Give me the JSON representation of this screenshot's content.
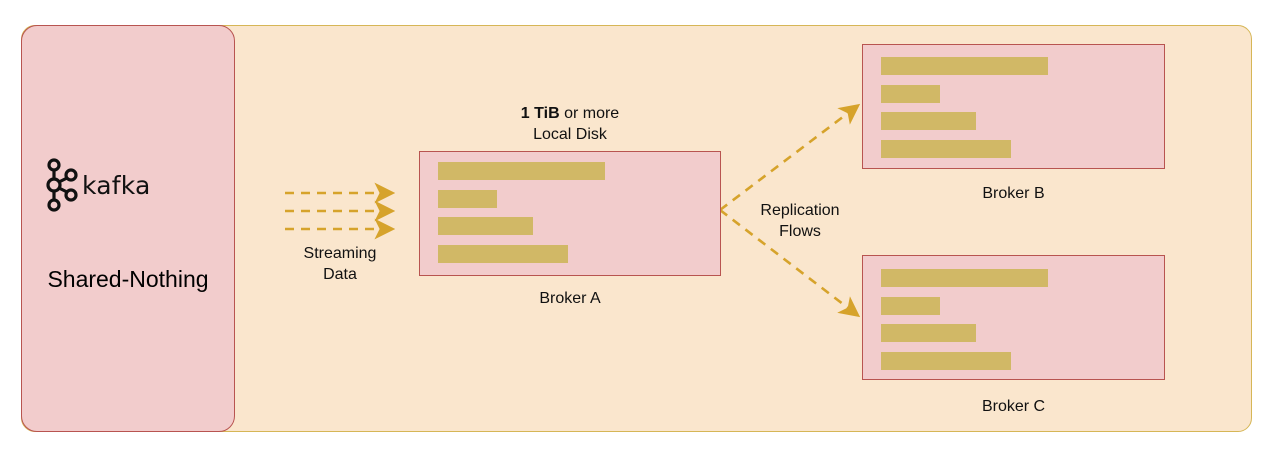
{
  "left_panel": {
    "logo_text": "kafka",
    "title": "Shared-Nothing"
  },
  "streaming": {
    "line1": "Streaming",
    "line2": "Data"
  },
  "disk_note": {
    "bold": "1 TiB",
    "rest": " or more",
    "line2": "Local Disk"
  },
  "replication": {
    "line1": "Replication",
    "line2": "Flows"
  },
  "brokers": [
    {
      "label": "Broker A"
    },
    {
      "label": "Broker B"
    },
    {
      "label": "Broker C"
    }
  ],
  "colors": {
    "background": "#fae6cd",
    "panel_fill": "#f2cccc",
    "panel_border": "#b85450",
    "bar_fill": "#d1b866",
    "arrow": "#d6a32b"
  }
}
